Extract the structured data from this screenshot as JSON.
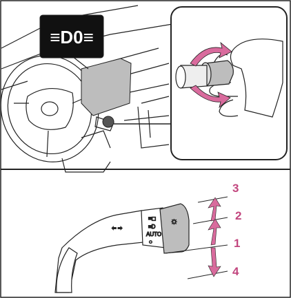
{
  "indicator": {
    "symbol": "≡D0≡"
  },
  "stalk": {
    "auto_label": "AUTO"
  },
  "positions": [
    {
      "number": "3"
    },
    {
      "number": "2"
    },
    {
      "number": "1"
    },
    {
      "number": "4"
    }
  ],
  "colors": {
    "accent": "#d96b9d",
    "accent_dark": "#c2467e",
    "highlight_gray": "#bdbdbd",
    "line": "#222222"
  }
}
